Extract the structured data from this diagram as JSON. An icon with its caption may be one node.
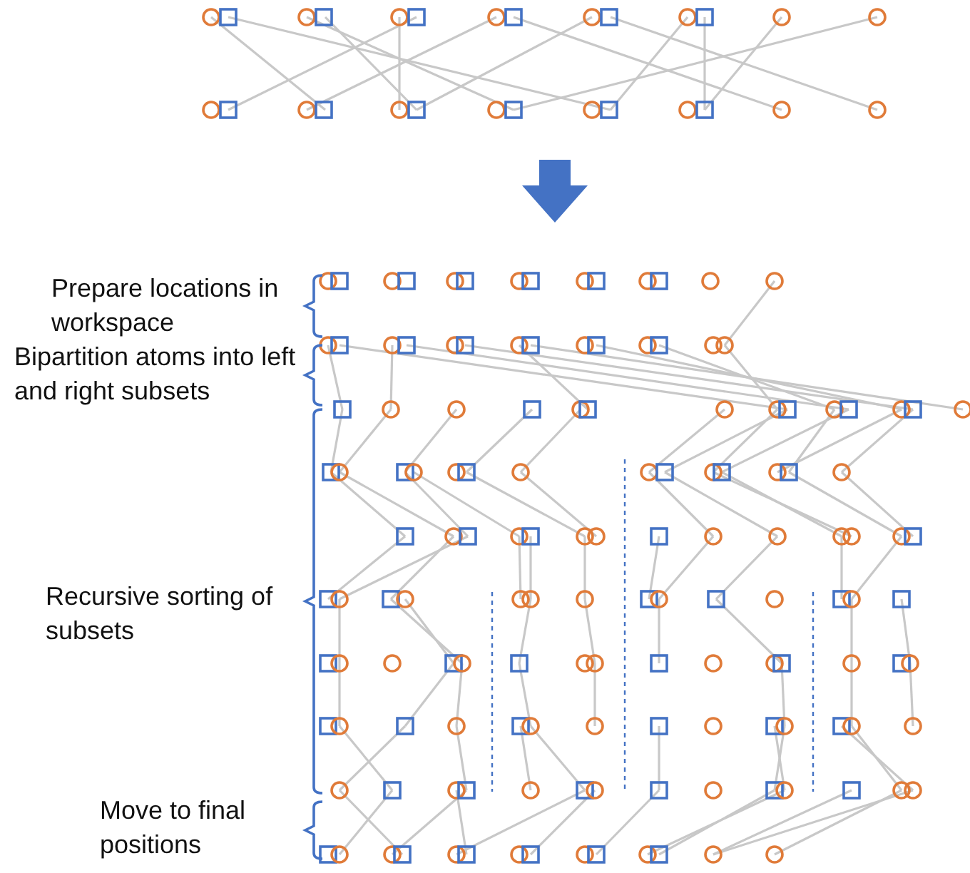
{
  "diagram": {
    "labels": [
      "Prepare locations in workspace",
      "Bipartition atoms into left and right subsets",
      "Recursive sorting of subsets",
      "Move to final positions"
    ]
  }
}
